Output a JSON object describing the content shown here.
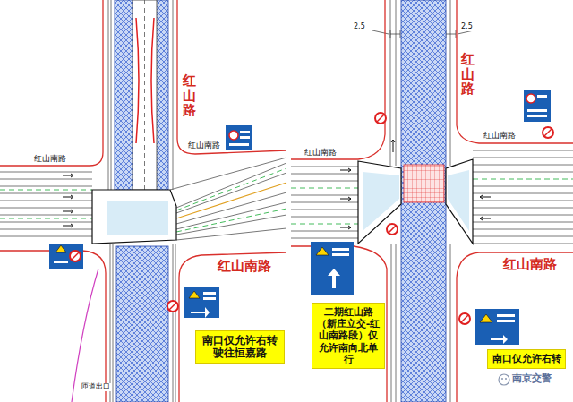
{
  "diagram": {
    "nodes": [
      {
        "text": [
          "南口仅允许右转 驶往恒嘉路"
        ]
      },
      {
        "text": [
          "二期红山路（新庄立交-红山南路段）仅允许南向北单行"
        ]
      },
      {
        "text": [
          "南口仅允许右转"
        ]
      }
    ],
    "labels": [
      "红山路",
      "红山南路",
      "红山南路",
      "红山南路",
      "匝道出口",
      "2.5",
      "2.5",
      "红山路",
      "红山南路",
      "红山南路",
      "红山南路",
      "南京交警"
    ]
  }
}
